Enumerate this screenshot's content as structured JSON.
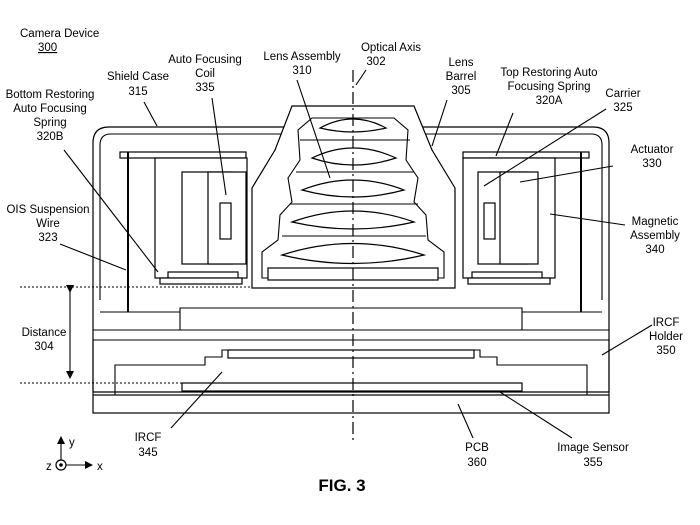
{
  "figure_title": "FIG. 3",
  "labels": {
    "camera_device": {
      "name": "Camera Device",
      "num": "300"
    },
    "auto_focusing_coil": {
      "name": [
        "Auto Focusing",
        "Coil"
      ],
      "num": "335"
    },
    "lens_assembly": {
      "name": "Lens Assembly",
      "num": "310"
    },
    "optical_axis": {
      "name": "Optical Axis",
      "num": "302"
    },
    "lens_barrel": {
      "name": [
        "Lens",
        "Barrel"
      ],
      "num": "305"
    },
    "top_spring": {
      "name": [
        "Top Restoring Auto",
        "Focusing Spring"
      ],
      "num": "320A"
    },
    "shield_case": {
      "name": "Shield Case",
      "num": "315"
    },
    "bottom_spring": {
      "name": [
        "Bottom Restoring",
        "Auto Focusing",
        "Spring"
      ],
      "num": "320B"
    },
    "carrier": {
      "name": "Carrier",
      "num": "325"
    },
    "actuator": {
      "name": "Actuator",
      "num": "330"
    },
    "ois_wire": {
      "name": [
        "OIS Suspension",
        "Wire"
      ],
      "num": "323"
    },
    "magnetic_assembly": {
      "name": [
        "Magnetic",
        "Assembly"
      ],
      "num": "340"
    },
    "distance": {
      "name": "Distance",
      "num": "304"
    },
    "ircf_holder": {
      "name": [
        "IRCF",
        "Holder"
      ],
      "num": "350"
    },
    "ircf": {
      "name": "IRCF",
      "num": "345"
    },
    "pcb": {
      "name": "PCB",
      "num": "360"
    },
    "image_sensor": {
      "name": "Image Sensor",
      "num": "355"
    }
  },
  "axes": {
    "y": "y",
    "x": "x",
    "z": "z"
  }
}
